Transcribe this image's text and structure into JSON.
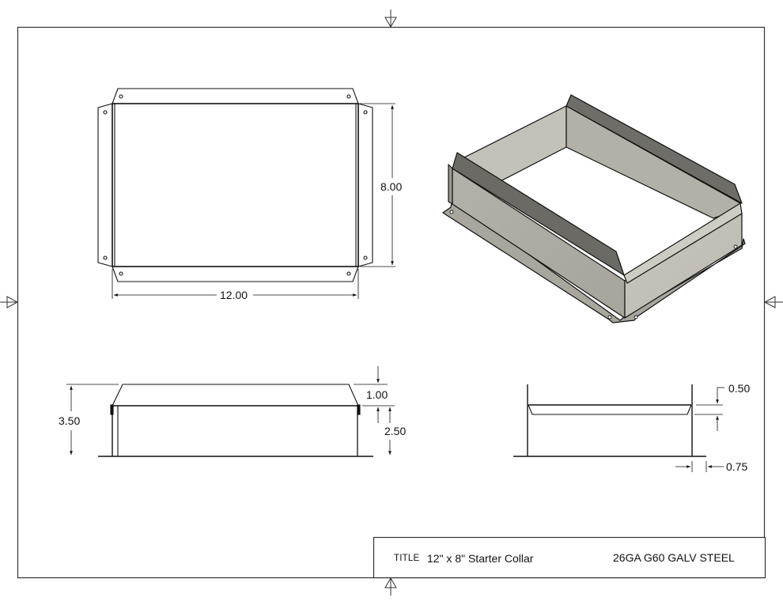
{
  "drawing": {
    "title_label": "TITLE",
    "title": "12\" x 8\" Starter Collar",
    "material": "26GA G60 GALV STEEL"
  },
  "views": {
    "top_view": {
      "width_dim": "12.00",
      "height_dim": "8.00"
    },
    "front_view": {
      "overall_height_dim": "3.50",
      "flange_height_dim": "1.00",
      "body_height_dim": "2.50"
    },
    "side_view": {
      "flange_offset_dim": "0.50",
      "base_flange_dim": "0.75"
    },
    "isometric_view": {
      "surface_color": "#bdbab1",
      "shadow_color": "#7b7a74"
    }
  }
}
